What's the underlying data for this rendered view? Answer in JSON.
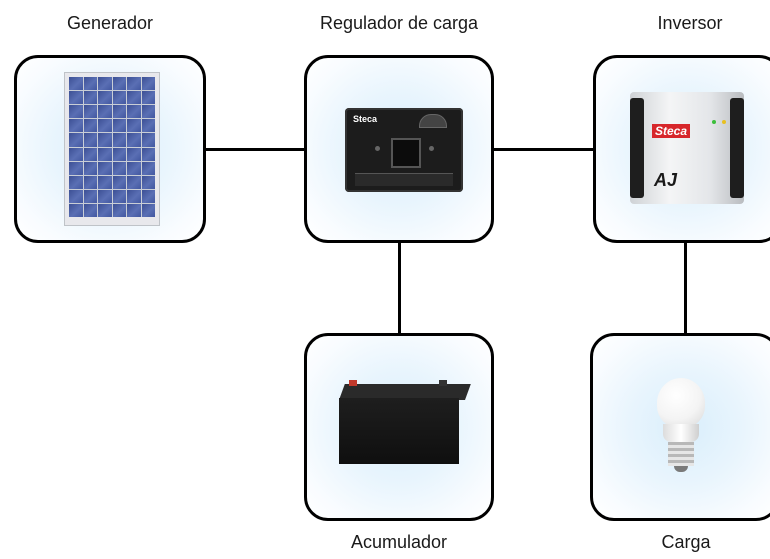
{
  "nodes": {
    "generator": {
      "label": "Generador",
      "icon": "solar-panel-icon"
    },
    "charge_controller": {
      "label": "Regulador de carga",
      "icon": "charge-controller-icon",
      "brand": "Steca"
    },
    "inverter": {
      "label": "Inversor",
      "icon": "inverter-icon",
      "brand": "Steca",
      "model": "AJ"
    },
    "battery": {
      "label": "Acumulador",
      "icon": "battery-icon"
    },
    "load": {
      "label": "Carga",
      "icon": "light-bulb-icon"
    }
  },
  "connections": [
    [
      "generator",
      "charge_controller"
    ],
    [
      "charge_controller",
      "inverter"
    ],
    [
      "charge_controller",
      "battery"
    ],
    [
      "inverter",
      "load"
    ]
  ],
  "colors": {
    "border": "#000000",
    "node_fill": "#d9eefc",
    "brand_red": "#d7262b"
  }
}
